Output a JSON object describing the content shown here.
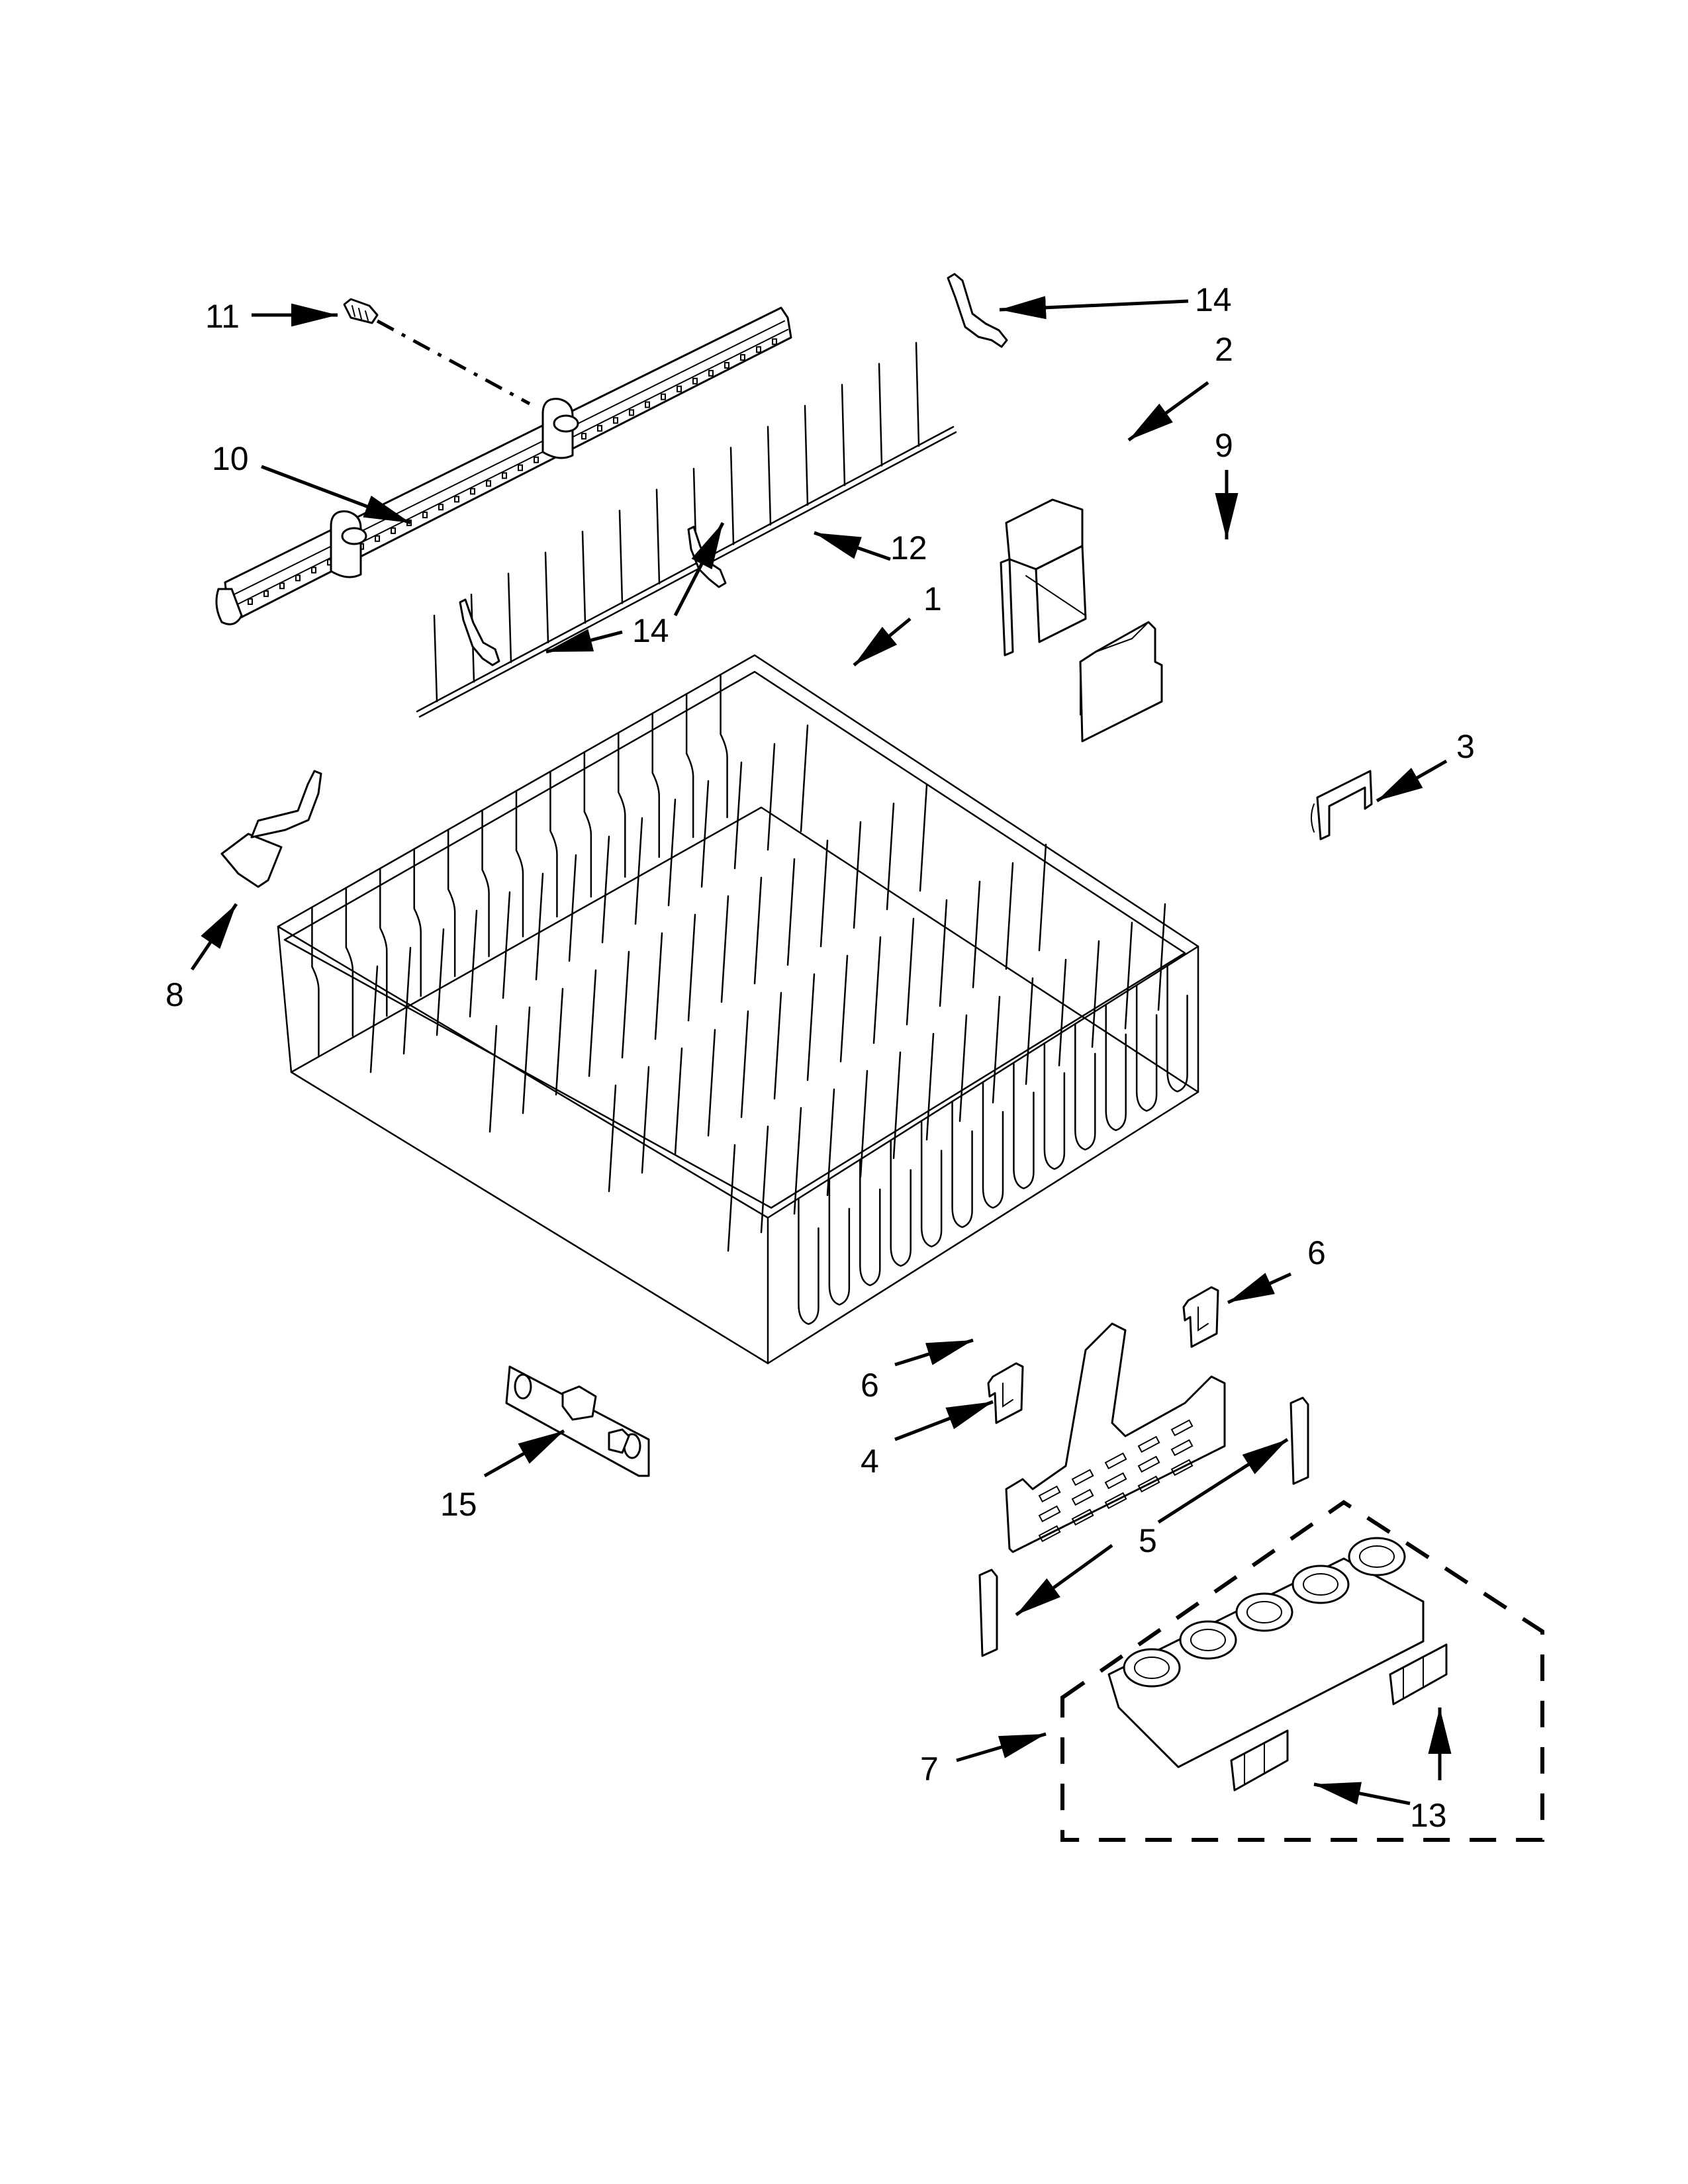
{
  "diagram": {
    "title": "Dishwasher upper rack and track parts",
    "background_color": "#ffffff",
    "line_color": "#000000"
  },
  "callouts": [
    {
      "id": "c11",
      "label": "11",
      "part": "screw"
    },
    {
      "id": "c14a",
      "label": "14",
      "part": "rack clip (top)"
    },
    {
      "id": "c2",
      "label": "2",
      "part": "stop/end cap housing"
    },
    {
      "id": "c9",
      "label": "9",
      "part": "bracket cover"
    },
    {
      "id": "c10",
      "label": "10",
      "part": "rack slide track"
    },
    {
      "id": "c12",
      "label": "12",
      "part": "folding tine row"
    },
    {
      "id": "c1",
      "label": "1",
      "part": "upper dishrack"
    },
    {
      "id": "c14b",
      "label": "14",
      "part": "rack clip (middle)"
    },
    {
      "id": "c3",
      "label": "3",
      "part": "clip"
    },
    {
      "id": "c8",
      "label": "8",
      "part": "adjuster handle"
    },
    {
      "id": "c6a",
      "label": "6",
      "part": "tine row clip (right)"
    },
    {
      "id": "c6b",
      "label": "6",
      "part": "tine row clip (left)"
    },
    {
      "id": "c15",
      "label": "15",
      "part": "adjuster rail"
    },
    {
      "id": "c4",
      "label": "4",
      "part": "cup shelf"
    },
    {
      "id": "c5",
      "label": "5",
      "part": "shelf hinge pins"
    },
    {
      "id": "c7",
      "label": "7",
      "part": "stemware holder assembly"
    },
    {
      "id": "c13",
      "label": "13",
      "part": "stemware holder clips"
    }
  ]
}
